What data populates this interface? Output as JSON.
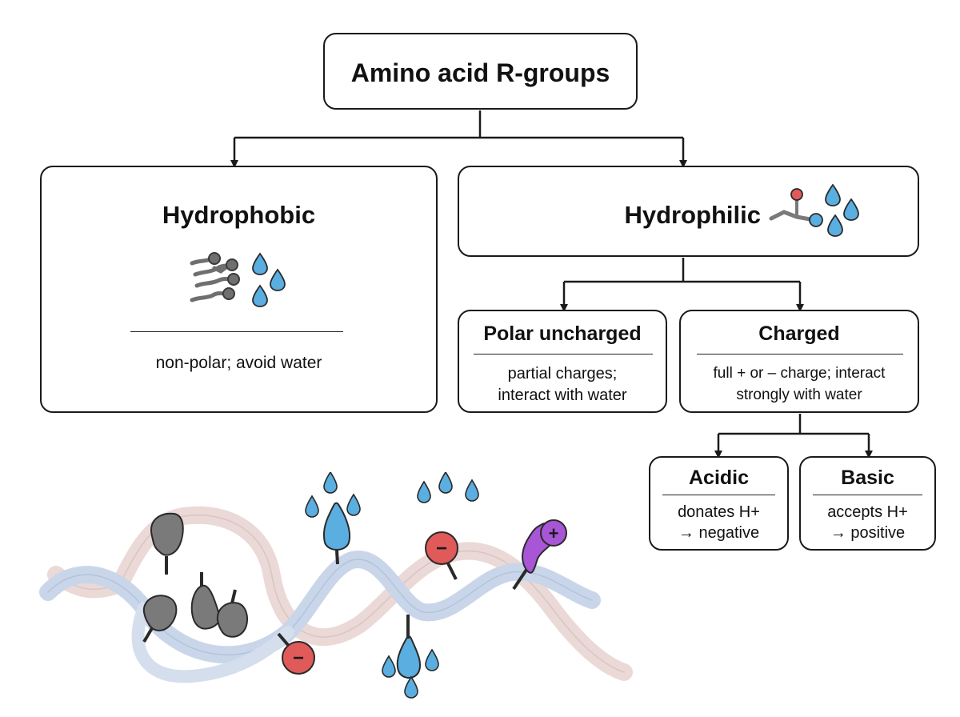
{
  "root": {
    "title": "Amino acid R-groups"
  },
  "hydrophobic": {
    "title": "Hydrophobic",
    "desc": "non-polar; avoid water",
    "icon": "nonpolar-chains-with-water-drops-icon"
  },
  "hydrophilic": {
    "title": "Hydrophilic",
    "icon": "polar-molecule-with-water-drops-icon"
  },
  "polar_uncharged": {
    "title": "Polar uncharged",
    "desc_line1": "partial charges;",
    "desc_line2": "interact with water"
  },
  "charged": {
    "title": "Charged",
    "desc_line1": "full + or – charge; interact",
    "desc_line2": "strongly with water"
  },
  "acidic": {
    "title": "Acidic",
    "desc_line1": "donates H+",
    "desc_line2": "→ negative"
  },
  "basic": {
    "title": "Basic",
    "desc_line1": "accepts H+",
    "desc_line2": "→ positive"
  },
  "illustration": {
    "icon": "protein-ribbon-with-r-groups-illustration",
    "negative_symbol": "−",
    "positive_symbol": "+"
  },
  "colors": {
    "stroke": "#1a1a1a",
    "water_drop": "#5aaee0",
    "hydrophobic_group": "#7a7a7a",
    "negative_charge": "#e05a5a",
    "positive_charge": "#a855d6",
    "ribbon_blue": "#c9d6ea",
    "ribbon_pink": "#ead9d6"
  }
}
